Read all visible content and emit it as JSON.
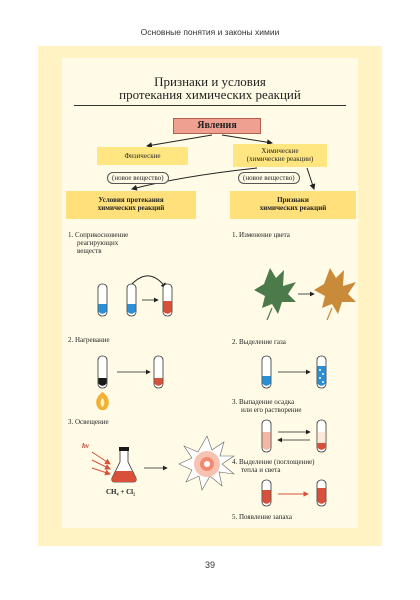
{
  "header": {
    "running_head": "Основные понятия и законы химии"
  },
  "diagram": {
    "title_line1": "Признаки и условия",
    "title_line2": "протекания химических реакций",
    "root": "Явления",
    "physical": "Физические",
    "physical_note": "(новое вещество)",
    "chemical_line1": "Химические",
    "chemical_line2": "(химические реакции)",
    "chemical_note": "(новое вещество)",
    "conditions": {
      "header_line1": "Условия протекания",
      "header_line2": "химических реакций",
      "items": [
        {
          "line1": "1. Соприкосновение",
          "line2": "реагирующих",
          "line3": "веществ"
        },
        {
          "line1": "2. Нагревание"
        },
        {
          "line1": "3. Освещение"
        }
      ],
      "light_symbol": "hν",
      "formula": "CH₄ + Cl₂"
    },
    "signs": {
      "header_line1": "Признаки",
      "header_line2": "химических реакций",
      "items": [
        {
          "line1": "1. Изменение цвета"
        },
        {
          "line1": "2. Выделение газа"
        },
        {
          "line1": "3. Выпадение осадка",
          "line2": "или его растворение"
        },
        {
          "line1": "4. Выделение (поглощение)",
          "line2": "тепла и света"
        },
        {
          "line1": "5. Появление запаха"
        }
      ]
    }
  },
  "footer": {
    "page_number": "39"
  },
  "colors": {
    "page_tint": "#fff3c4",
    "box_yellow": "#ffe680",
    "root_box": "#f0a090",
    "blue_liquid": "#2a8fd6",
    "red_liquid": "#d9503a"
  }
}
